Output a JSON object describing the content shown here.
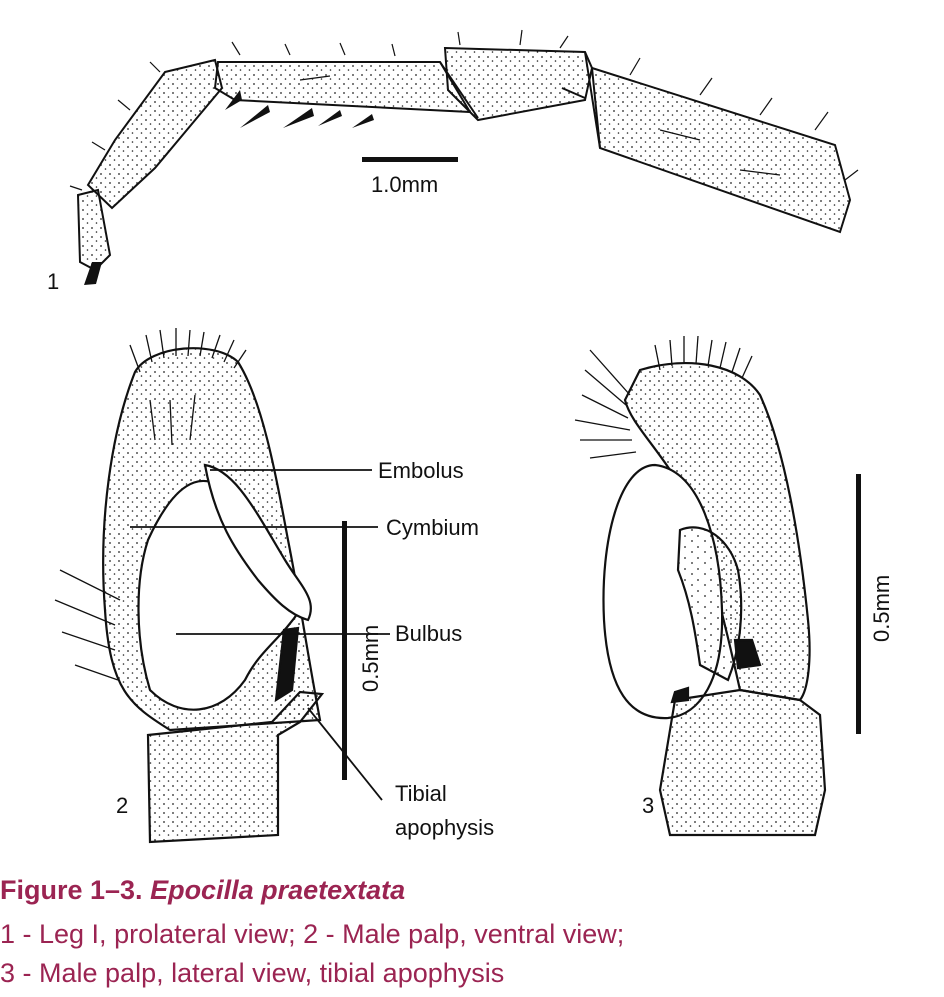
{
  "figure": {
    "panel_numbers": [
      "1",
      "2",
      "3"
    ],
    "scale_labels": {
      "leg": "1.0mm",
      "palp_ventral": "0.5mm",
      "palp_lateral": "0.5mm"
    },
    "annotations": [
      "Embolus",
      "Cymbium",
      "Bulbus",
      "Tibial",
      "apophysis"
    ]
  },
  "caption": {
    "title_prefix": "Figure 1–3. ",
    "title_species": "Epocilla praetextata",
    "line1": "1 - Leg I, prolateral view; 2 - Male palp, ventral view;",
    "line2": "3 - Male palp, lateral view, tibial apophysis"
  },
  "colors": {
    "caption": "#9b2452",
    "drawing": "#111111"
  }
}
